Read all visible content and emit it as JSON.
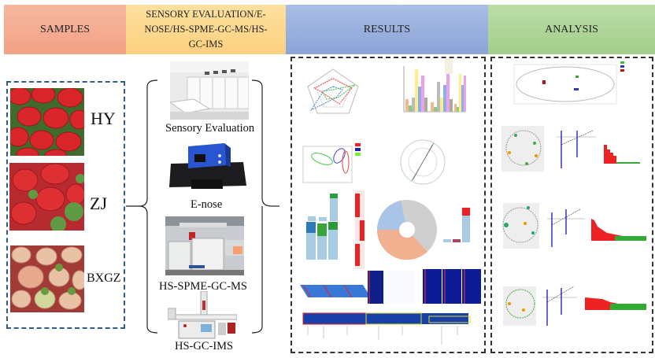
{
  "header": {
    "samples": "SAMPLES",
    "methods": "SENSORY EVALUATION/E-NOSE/HS-SPME-GC-MS/HS-GC-IMS",
    "results": "RESULTS",
    "analysis": "ANALYSIS"
  },
  "samples": [
    {
      "label": "HY"
    },
    {
      "label": "ZJ"
    },
    {
      "label": "BXGZ"
    }
  ],
  "methods": [
    {
      "label": "Sensory Evaluation"
    },
    {
      "label": "E-nose"
    },
    {
      "label": "HS-SPME-GC-MS"
    },
    {
      "label": "HS-GC-IMS"
    }
  ],
  "colors": {
    "samples_header": "#f4a98c",
    "methods_header": "#fcd58a",
    "results_header": "#9ab0de",
    "analysis_header": "#afd597",
    "sample_box_border": "#2f5d88"
  }
}
